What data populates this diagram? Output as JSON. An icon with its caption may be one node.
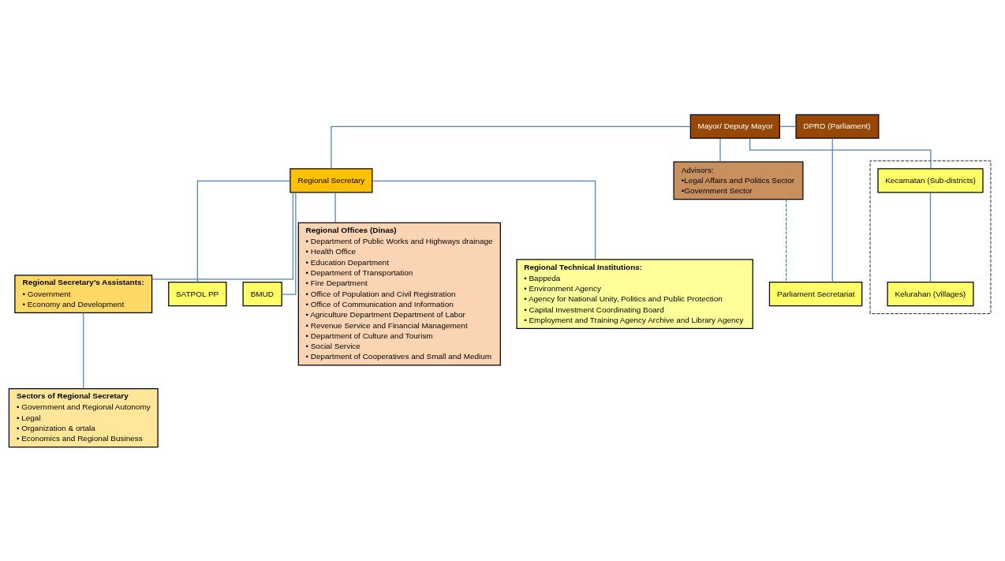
{
  "diagram": {
    "nodes": [
      {
        "text": [
          "Mayor/ Deputy Mayor"
        ]
      },
      {
        "text": [
          "DPRD (Parliament)"
        ]
      },
      {
        "text": [
          "Advisors:",
          "•Legal Affairs and Politics Sector",
          "•Government Sector"
        ]
      },
      {
        "text": [
          "Regional Secretary"
        ]
      },
      {
        "text": [
          "SATPOL PP"
        ]
      },
      {
        "text": [
          "BMUD"
        ]
      },
      {
        "text": [
          "Regional Offices (Dinas)",
          "• Department of Public Works and Highways drainage",
          "• Health Office",
          "• Education Department",
          "• Department of Transportation",
          "• Fire Department",
          "• Office of Population and Civil Registration",
          "• Office of Communication and Information",
          "• Agriculture Department Department of Labor",
          "• Revenue Service and Financial Management",
          "• Department of Culture and Tourism",
          "• Social Service",
          "• Department of Cooperatives and Small and Medium"
        ]
      },
      {
        "text": [
          "Regional Technical Institutions:",
          "• Bappeda",
          "• Environment Agency",
          "• Agency for National Unity, Politics and Public Protection",
          "• Capital Investment Coordinating Board",
          "• Employment and Training Agency Archive and Library Agency"
        ]
      },
      {
        "text": [
          "Regional Secretary’s Assistants:",
          "• Government",
          "• Economy and Development"
        ]
      },
      {
        "text": [
          "Parliament Secretariat"
        ]
      },
      {
        "text": [
          "Sectors of Regional Secretary",
          "• Government and Regional Autonomy",
          "• Legal",
          "• Organization & ortala",
          "• Economics and Regional Business"
        ]
      },
      {
        "text": [],
        "shape": "box"
      },
      {
        "text": [
          "Kecamatan (Sub-districts)"
        ],
        "in": 11
      },
      {
        "text": [
          "Kelurahan (Villages)"
        ],
        "in": 11
      }
    ],
    "edges": [
      {
        "from": 0,
        "to": 1,
        "arrow": "none"
      },
      {
        "from": 0,
        "to": 2,
        "arrow": "none"
      },
      {
        "from": 0,
        "to": 3,
        "arrow": "none"
      },
      {
        "from": 2,
        "to": 9,
        "arrow": "none",
        "style": "dashed"
      },
      {
        "from": 3,
        "to": 4,
        "arrow": "none"
      },
      {
        "from": 3,
        "to": 5,
        "arrow": "none"
      },
      {
        "from": 3,
        "to": 6,
        "arrow": "none"
      },
      {
        "from": 3,
        "to": 7,
        "arrow": "none"
      },
      {
        "from": 3,
        "to": 8,
        "arrow": "none"
      },
      {
        "from": 1,
        "to": 9,
        "arrow": "none"
      },
      {
        "from": 8,
        "to": 10,
        "arrow": "none"
      },
      {
        "from": 0,
        "to": 12,
        "arrow": "none"
      },
      {
        "from": 12,
        "to": 13,
        "arrow": "none"
      }
    ]
  }
}
